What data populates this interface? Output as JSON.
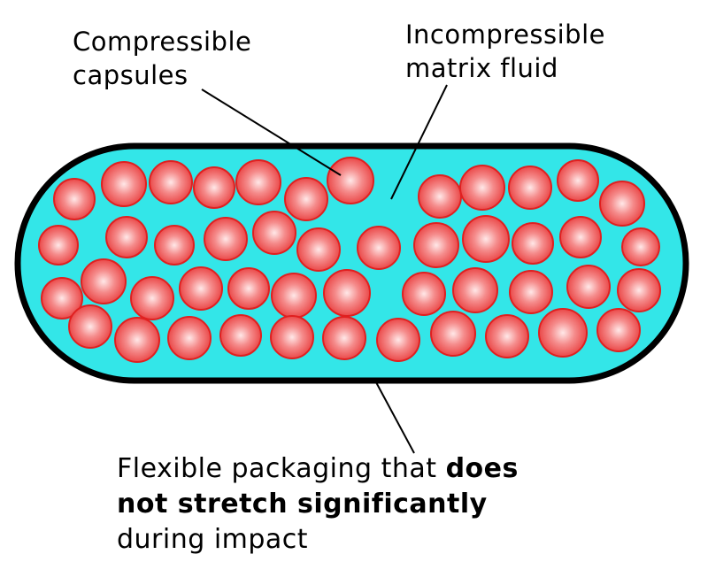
{
  "labels": {
    "capsules": [
      "Compressible",
      "capsules"
    ],
    "matrix": [
      "Incompressible",
      "matrix fluid"
    ],
    "packaging_line1_normal": "Flexible packaging that ",
    "packaging_line1_bold": "does",
    "packaging_line2_bold": "not stretch significantly",
    "packaging_line3": "during impact"
  },
  "colors": {
    "fluid": "#33e6e8",
    "outline": "#000000",
    "capsule": "#f05a5a",
    "capsule_highlight": "#ffe8e8",
    "capsule_stroke": "#e02020"
  }
}
